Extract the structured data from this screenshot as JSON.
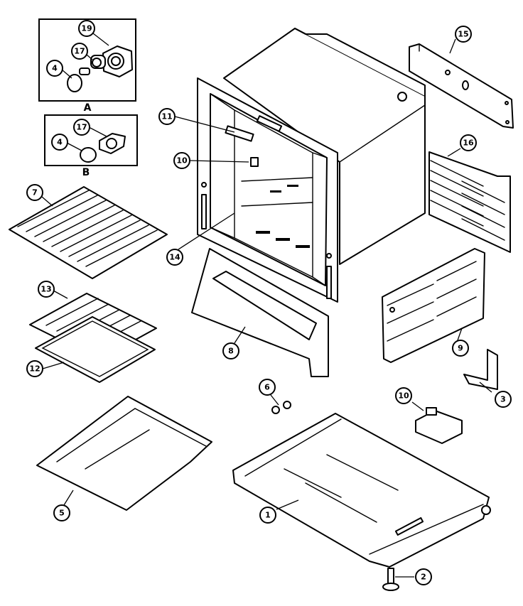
{
  "diagram": {
    "detail_boxes": [
      {
        "id": "box-a",
        "label": "A"
      },
      {
        "id": "box-b",
        "label": "B"
      }
    ],
    "callouts": [
      {
        "id": "c19",
        "number": "19"
      },
      {
        "id": "c17a",
        "number": "17"
      },
      {
        "id": "c4a",
        "number": "4"
      },
      {
        "id": "c17b",
        "number": "17"
      },
      {
        "id": "c4b",
        "number": "4"
      },
      {
        "id": "c15",
        "number": "15"
      },
      {
        "id": "c11",
        "number": "11"
      },
      {
        "id": "c10a",
        "number": "10"
      },
      {
        "id": "c16",
        "number": "16"
      },
      {
        "id": "c7",
        "number": "7"
      },
      {
        "id": "c14",
        "number": "14"
      },
      {
        "id": "c13",
        "number": "13"
      },
      {
        "id": "c8",
        "number": "8"
      },
      {
        "id": "c9",
        "number": "9"
      },
      {
        "id": "c12",
        "number": "12"
      },
      {
        "id": "c6",
        "number": "6"
      },
      {
        "id": "c3",
        "number": "3"
      },
      {
        "id": "c10b",
        "number": "10"
      },
      {
        "id": "c5",
        "number": "5"
      },
      {
        "id": "c1",
        "number": "1"
      },
      {
        "id": "c2",
        "number": "2"
      }
    ]
  }
}
